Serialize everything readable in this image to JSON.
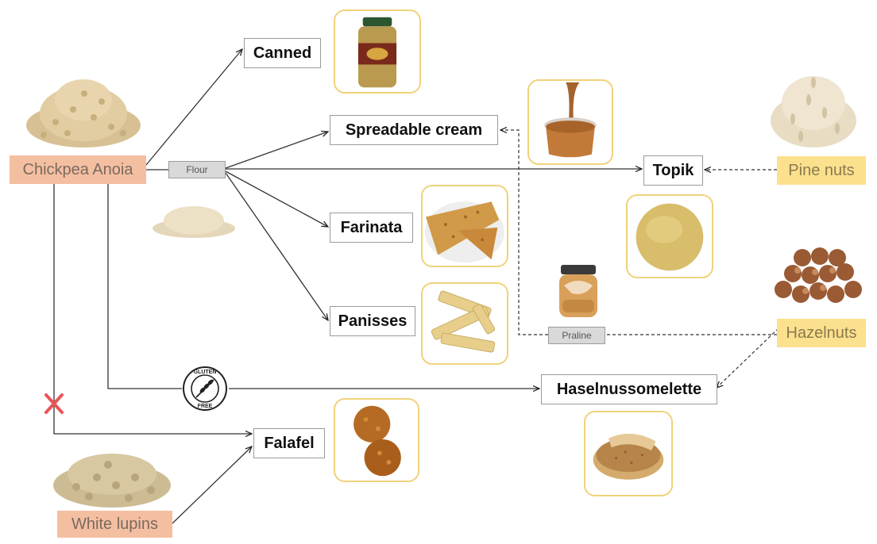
{
  "sources": {
    "chickpea": "Chickpea Anoia",
    "pine_nuts": "Pine nuts",
    "hazelnuts": "Hazelnuts",
    "white_lupins": "White lupins"
  },
  "intermediates": {
    "flour": "Flour",
    "praline": "Praline"
  },
  "products": {
    "canned": "Canned",
    "spreadable_cream": "Spreadable cream",
    "topik": "Topik",
    "farinata": "Farinata",
    "panisses": "Panisses",
    "haselnussomelette": "Haselnussomelette",
    "falafel": "Falafel"
  },
  "badge": {
    "top": "GLUTEN",
    "bottom": "FREE"
  },
  "colors": {
    "chickpea_box": "#f4bfa1",
    "nut_box": "#fbe08d",
    "photo_border": "#f1d27a",
    "blocked_mark": "#e8555a"
  }
}
